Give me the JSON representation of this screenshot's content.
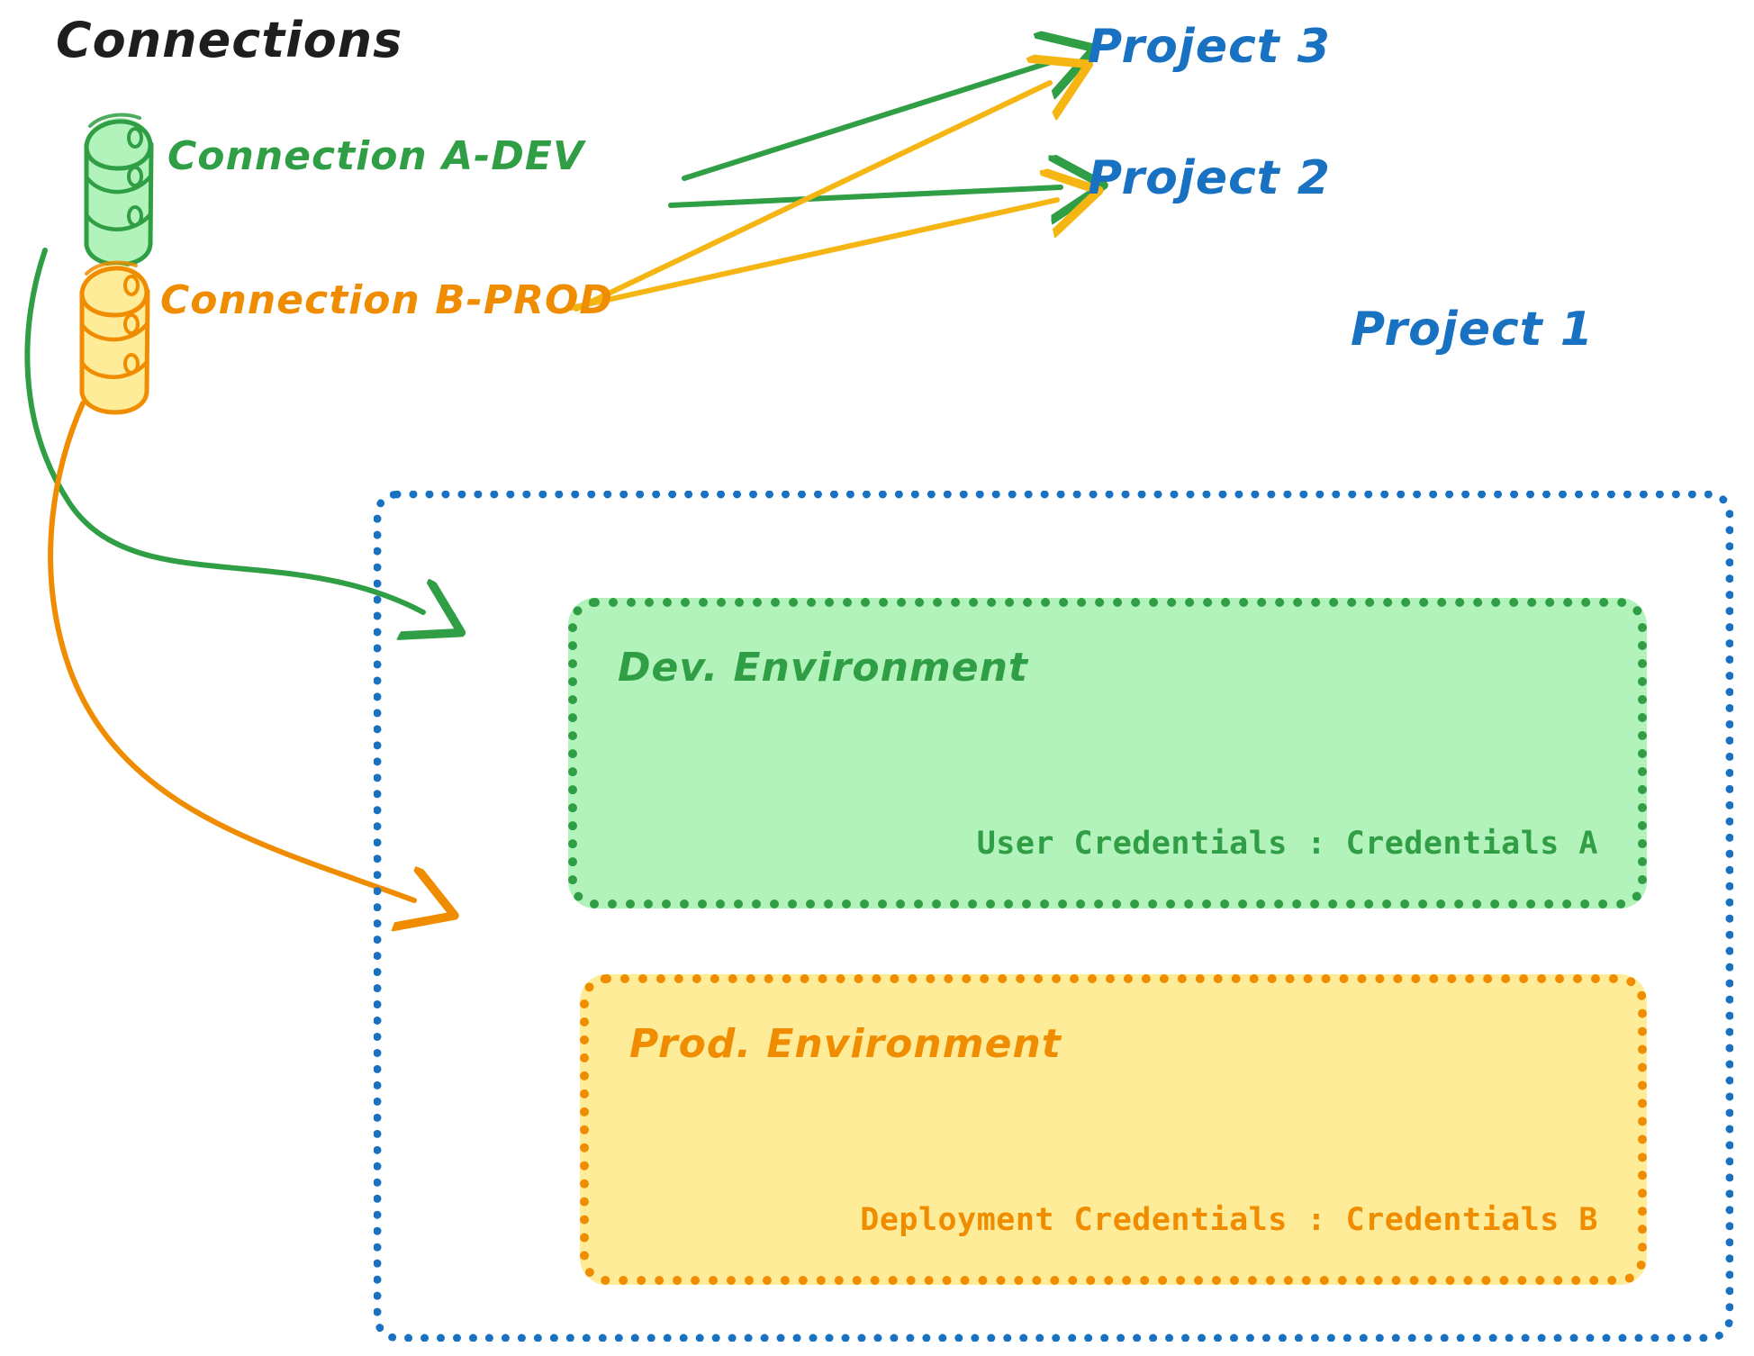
{
  "diagram": {
    "title": "Connections",
    "colors": {
      "green": "#2f9e44",
      "green_fill": "#b2f2bb",
      "orange": "#f08c00",
      "orange_fill": "#ffec99",
      "blue": "#1971c2",
      "black": "#1e1e1e",
      "arrow_yellow": "#f5b614"
    },
    "connections": [
      {
        "id": "a-dev",
        "label": "Connection A-DEV",
        "color": "#2f9e44",
        "icon": "database-icon"
      },
      {
        "id": "b-prod",
        "label": "Connection B-PROD",
        "color": "#f08c00",
        "icon": "database-icon"
      }
    ],
    "projects": [
      {
        "id": "project-3",
        "label": "Project 3"
      },
      {
        "id": "project-2",
        "label": "Project 2"
      },
      {
        "id": "project-1",
        "label": "Project 1"
      }
    ],
    "environments": [
      {
        "id": "dev",
        "title": "Dev. Environment",
        "credential_label": "User Credentials",
        "credential_value": "Credentials A",
        "credential_text": "User Credentials : Credentials A",
        "color": "#2f9e44",
        "fill": "#b2f2bb"
      },
      {
        "id": "prod",
        "title": "Prod. Environment",
        "credential_label": "Deployment Credentials",
        "credential_value": "Credentials B",
        "credential_text": "Deployment Credentials : Credentials B",
        "color": "#f08c00",
        "fill": "#ffec99"
      }
    ],
    "edges": [
      {
        "id": "a-dev-to-project-3",
        "from": "a-dev",
        "to": "project-3",
        "color": "#2f9e44",
        "style": "straight-arrow"
      },
      {
        "id": "a-dev-to-project-2",
        "from": "a-dev",
        "to": "project-2",
        "color": "#2f9e44",
        "style": "straight-arrow"
      },
      {
        "id": "b-prod-to-project-3",
        "from": "b-prod",
        "to": "project-3",
        "color": "#f5b614",
        "style": "straight-arrow"
      },
      {
        "id": "b-prod-to-project-2",
        "from": "b-prod",
        "to": "project-2",
        "color": "#f5b614",
        "style": "straight-arrow"
      },
      {
        "id": "a-dev-to-dev-env",
        "from": "a-dev",
        "to": "dev",
        "color": "#2f9e44",
        "style": "curved-arrow"
      },
      {
        "id": "b-prod-to-prod-env",
        "from": "b-prod",
        "to": "prod",
        "color": "#f08c00",
        "style": "curved-arrow"
      }
    ]
  }
}
